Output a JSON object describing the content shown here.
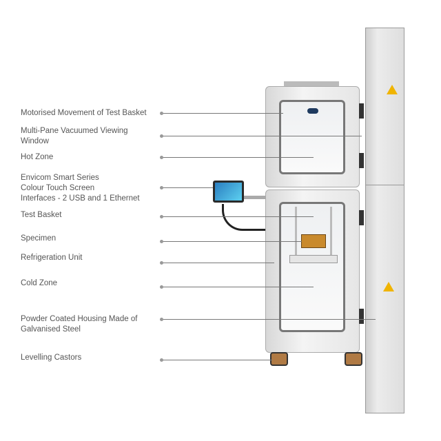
{
  "labels": [
    {
      "id": "motorised-movement",
      "text": "Motorised Movement of Test Basket"
    },
    {
      "id": "viewing-window",
      "text": "Multi-Pane Vacuumed Viewing\nWindow"
    },
    {
      "id": "hot-zone",
      "text": "Hot Zone"
    },
    {
      "id": "touch-screen",
      "text": "Envicom Smart Series\nColour Touch Screen\nInterfaces - 2 USB and 1 Ethernet"
    },
    {
      "id": "test-basket",
      "text": "Test Basket"
    },
    {
      "id": "specimen",
      "text": "Specimen"
    },
    {
      "id": "refrigeration-unit",
      "text": "Refrigeration Unit"
    },
    {
      "id": "cold-zone",
      "text": "Cold Zone"
    },
    {
      "id": "housing",
      "text": "Powder Coated Housing Made of\nGalvanised Steel"
    },
    {
      "id": "castors",
      "text": "Levelling Castors"
    }
  ],
  "colors": {
    "label": "#555555",
    "leader": "#777777",
    "warning": "#f0b400"
  }
}
